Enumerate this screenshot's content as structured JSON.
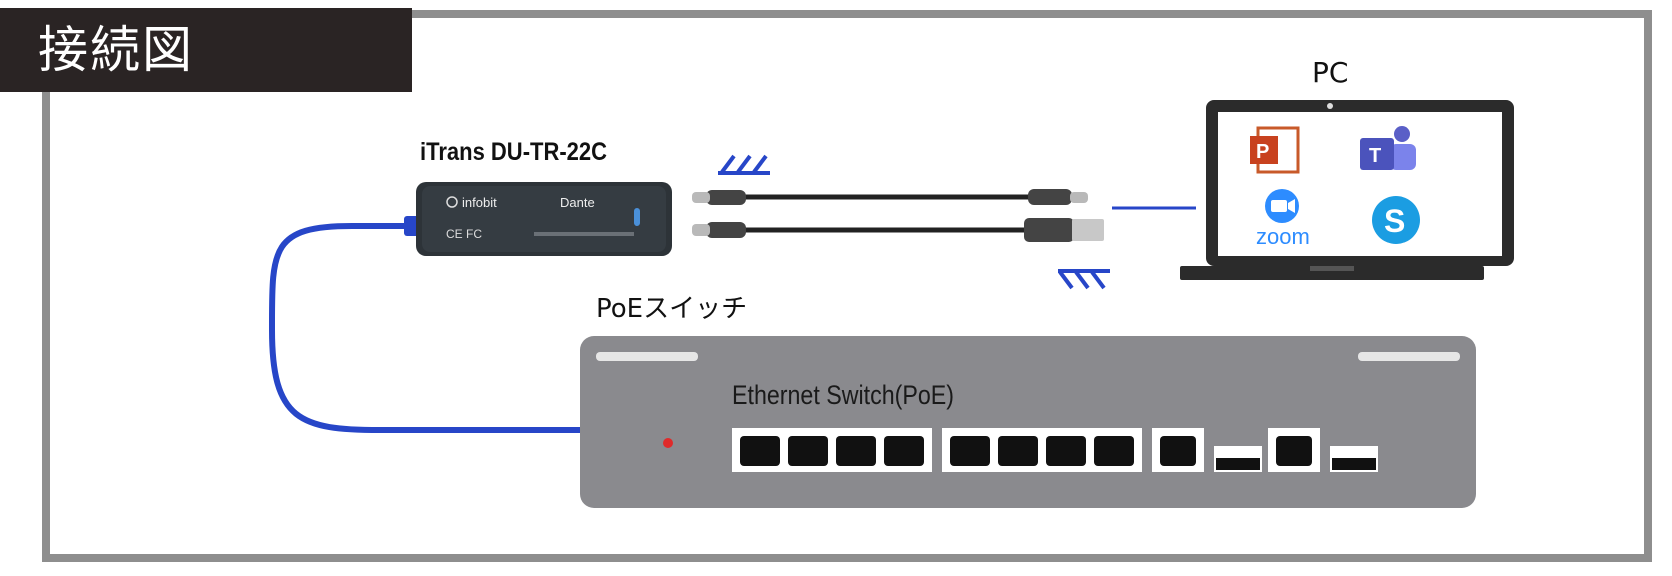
{
  "title": "接続図",
  "pc": {
    "label": "PC",
    "apps": [
      "powerpoint-icon",
      "teams-icon",
      "zoom-icon",
      "skype-icon"
    ],
    "zoom_text": "zoom",
    "ppt_letter": "P",
    "teams_letter": "T",
    "skype_letter": "S"
  },
  "device": {
    "label": "iTrans DU-TR-22C",
    "brand": "infobit",
    "partner": "Dante",
    "marks": "CE FC",
    "color": "#2d3338"
  },
  "switch": {
    "label": "PoEスイッチ",
    "name": "Ethernet Switch(PoE)",
    "color": "#8a8a8e"
  },
  "cable_color": "#2746c8"
}
